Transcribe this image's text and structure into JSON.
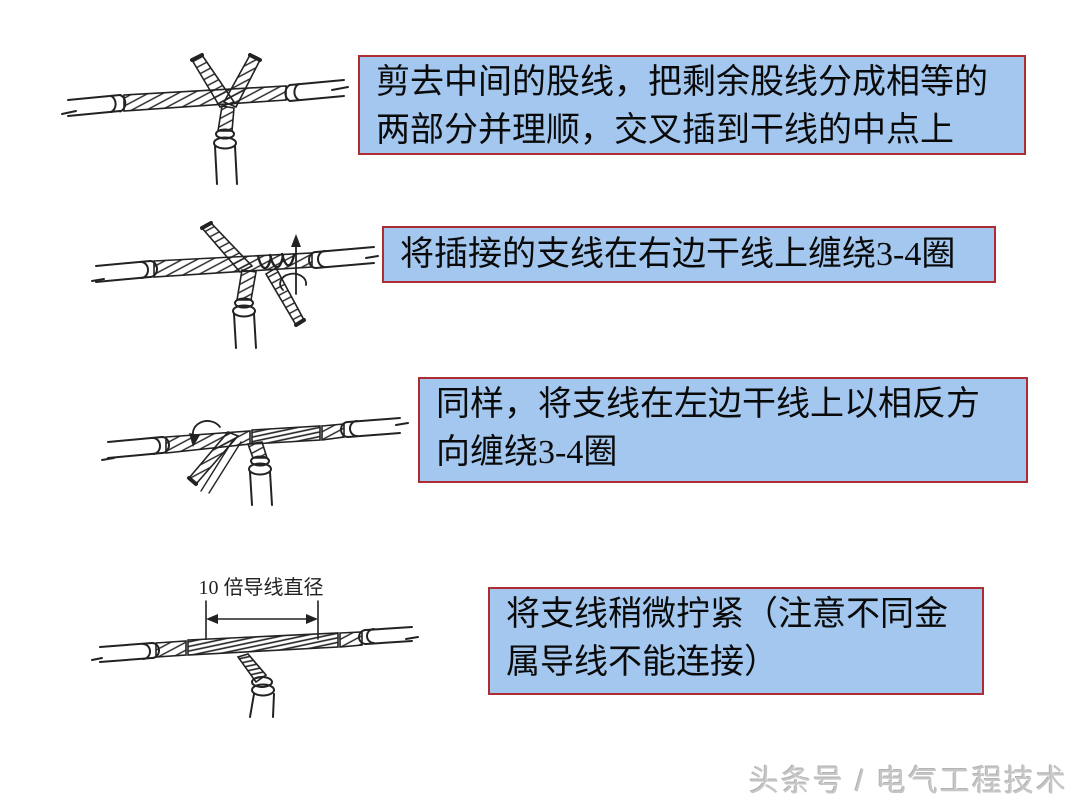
{
  "page": {
    "watermark": "头条号 / 电气工程技术"
  },
  "colors": {
    "background": "#ffffff",
    "caption_box_bg": "#a3c7ee",
    "caption_box_border": "#ae2c34",
    "caption_text": "#0a0a0a",
    "line_art": "#222222",
    "watermark_text": "#c6c6c6"
  },
  "steps": [
    {
      "id": 1,
      "caption": "剪去中间的股线，把剩余股线分成相等的两部分并理顺，交叉插到干线的中点上",
      "illustration": "branch-strands-split-and-crossed-into-main-wire"
    },
    {
      "id": 2,
      "caption": "将插接的支线在右边干线上缠绕3-4圈",
      "illustration": "branch-wrapped-on-right-of-main-wire-with-rotation-arrow"
    },
    {
      "id": 3,
      "caption": "同样，将支线在左边干线上以相反方向缠绕3-4圈",
      "illustration": "branch-wrapped-on-left-of-main-wire-opposite-direction"
    },
    {
      "id": 4,
      "caption": "将支线稍微拧紧（注意不同金属导线不能连接）",
      "illustration": "finished-t-splice-with-dimension",
      "dimension_label": "10 倍导线直径"
    }
  ]
}
